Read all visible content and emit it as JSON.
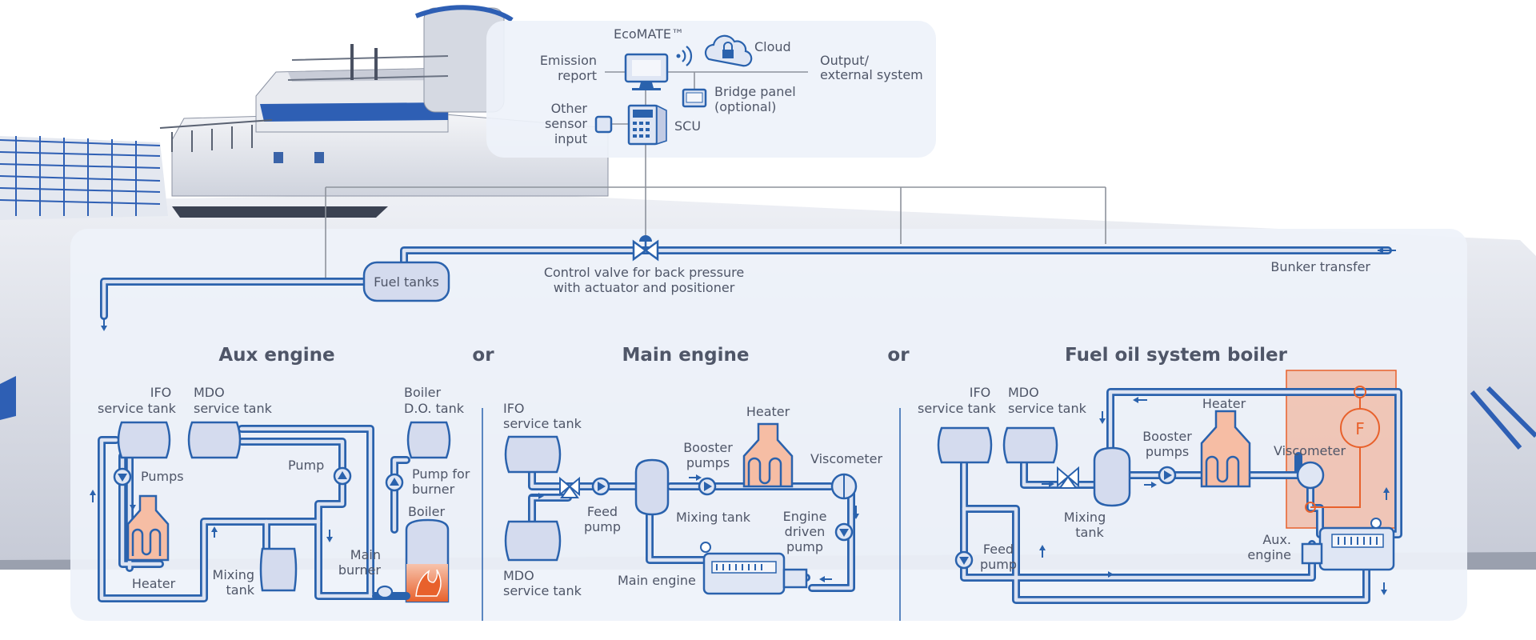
{
  "network": {
    "ecomate": "EcoMATE™",
    "cloud": "Cloud",
    "emission_report": [
      "Emission",
      "report"
    ],
    "output": [
      "Output/",
      "external system"
    ],
    "bridge_panel": [
      "Bridge panel",
      "(optional)"
    ],
    "other_sensor": [
      "Other",
      "sensor",
      "input"
    ],
    "scu": "SCU"
  },
  "supply": {
    "fuel_tanks": "Fuel tanks",
    "control_valve": [
      "Control valve for back pressure",
      "with actuator and positioner"
    ],
    "bunker_transfer": "Bunker transfer"
  },
  "sections": {
    "aux_title": "Aux engine",
    "or_1": "or",
    "main_title": "Main engine",
    "or_2": "or",
    "boiler_title": "Fuel oil system boiler"
  },
  "aux": {
    "ifo_tank": [
      "IFO",
      "service tank"
    ],
    "mdo_tank": [
      "MDO",
      "service tank"
    ],
    "boiler_do_tank": [
      "Boiler",
      "D.O. tank"
    ],
    "pumps": "Pumps",
    "pump": "Pump",
    "pump_for_burner": [
      "Pump for",
      "burner"
    ],
    "boiler": "Boiler",
    "heater": "Heater",
    "mixing_tank": [
      "Mixing",
      "tank"
    ],
    "main_burner": [
      "Main",
      "burner"
    ]
  },
  "main": {
    "ifo_tank": [
      "IFO",
      "service tank"
    ],
    "heater": "Heater",
    "booster_pumps": [
      "Booster",
      "pumps"
    ],
    "viscometer": "Viscometer",
    "feed_pump": [
      "Feed",
      "pump"
    ],
    "mixing_tank": "Mixing tank",
    "engine_driven_pump": [
      "Engine",
      "driven",
      "pump"
    ],
    "mdo_tank": [
      "MDO",
      "service tank"
    ],
    "main_engine": "Main engine"
  },
  "boilersys": {
    "ifo_tank": [
      "IFO",
      "service tank"
    ],
    "mdo_tank": [
      "MDO",
      "service tank"
    ],
    "heater": "Heater",
    "booster_pumps": [
      "Booster",
      "pumps"
    ],
    "viscometer": "Viscometer",
    "flow_meter_symbol": "F",
    "mixing_tank": [
      "Mixing",
      "tank"
    ],
    "feed_pump": [
      "Feed",
      "pump"
    ],
    "aux_engine": [
      "Aux.",
      "engine"
    ]
  },
  "colors": {
    "pipe": "#2a62ad",
    "tank_fill": "#d4dbee",
    "heater_fill": "#f6bda4",
    "highlight": "#e8612c",
    "text": "#4f5668",
    "panel": "#eef2fa"
  },
  "icons": [
    "ship-illustration",
    "monitor-icon",
    "wifi-icon",
    "cloud-lock-icon",
    "scu-cabinet-icon",
    "bridge-panel-icon",
    "sensor-icon",
    "control-valve-icon",
    "flame-icon",
    "engine-icon"
  ]
}
